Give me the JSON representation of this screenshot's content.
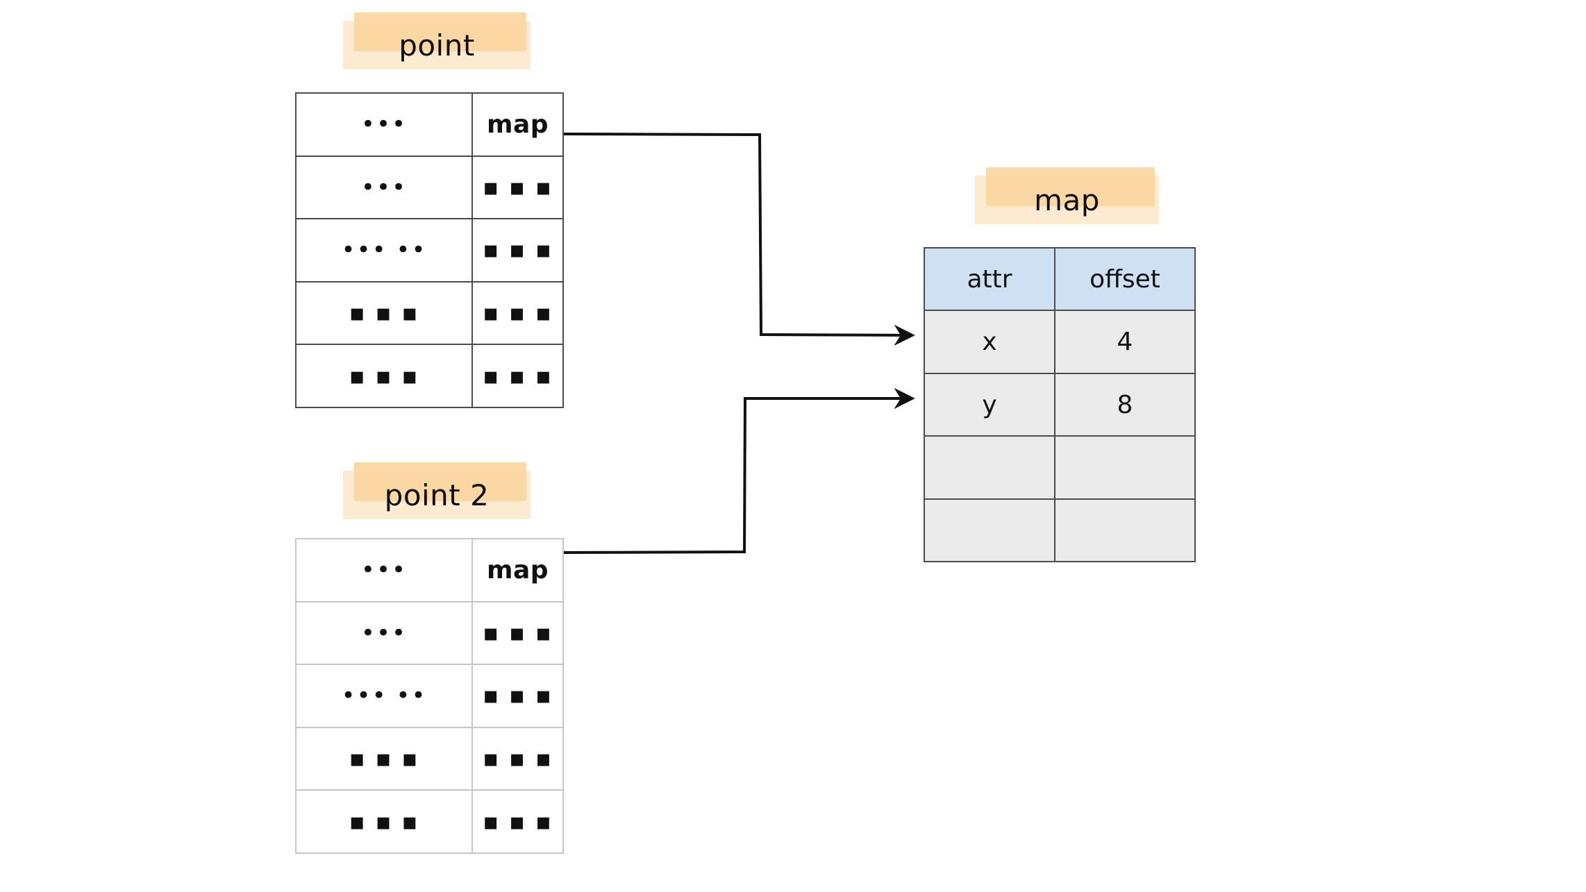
{
  "diagram": {
    "title": "object map / hidden class pointer diagram",
    "background_color": "#ffffff",
    "accent_highlight_color": "#fbd6a0",
    "header_fill_color": "#cfe0f3",
    "body_fill_color": "#ebebeb",
    "border_color": "#4c4c4c"
  },
  "labels": {
    "point": "point",
    "point2": "point 2",
    "map": "map"
  },
  "point_table": {
    "name": "point",
    "rows": [
      {
        "left": "•••",
        "right": "map"
      },
      {
        "left": "•••",
        "right": "▪ ▪ ▪"
      },
      {
        "left": "••• ••",
        "right": "▪ ▪ ▪"
      },
      {
        "left": "▪ ▪ ▪",
        "right": "▪ ▪ ▪"
      },
      {
        "left": "▪ ▪ ▪",
        "right": "▪ ▪ ▪"
      }
    ]
  },
  "point2_table": {
    "name": "point 2",
    "rows": [
      {
        "left": "•••",
        "right": "map"
      },
      {
        "left": "•••",
        "right": "▪ ▪ ▪"
      },
      {
        "left": "••• ••",
        "right": "▪ ▪ ▪"
      },
      {
        "left": "▪ ▪ ▪",
        "right": "▪ ▪ ▪"
      },
      {
        "left": "▪ ▪ ▪",
        "right": "▪ ▪ ▪"
      }
    ]
  },
  "map_table": {
    "name": "map",
    "headers": {
      "attr": "attr",
      "offset": "offset"
    },
    "rows": [
      {
        "attr": "x",
        "offset": "4"
      },
      {
        "attr": "y",
        "offset": "8"
      },
      {
        "attr": "",
        "offset": ""
      },
      {
        "attr": "",
        "offset": ""
      }
    ]
  },
  "connectors": [
    {
      "name": "point-map-to-map-table-row-x",
      "from": "point.map",
      "to": "map.row.x"
    },
    {
      "name": "point2-map-to-map-table-row-y",
      "from": "point2.map",
      "to": "map.row.y"
    }
  ]
}
